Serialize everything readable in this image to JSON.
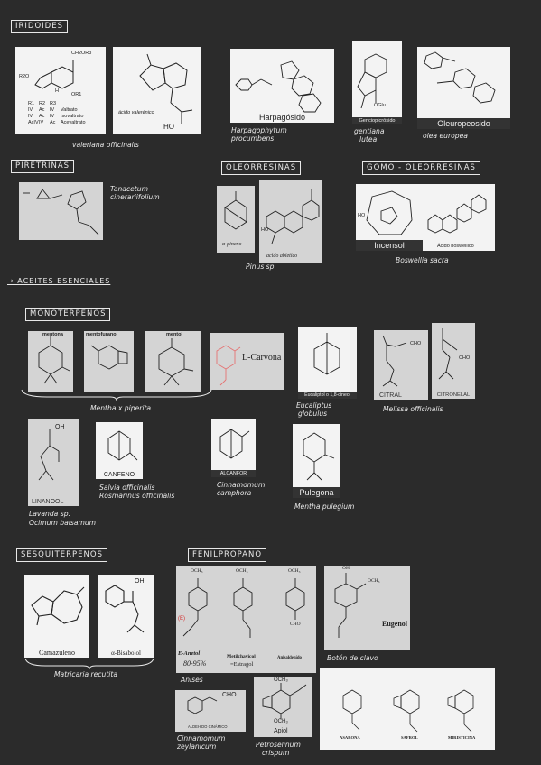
{
  "headers": {
    "iridoides": "IRIDOIDES",
    "piretrinas": "PIRETRINAS",
    "oleorresinas": "OLEORRESINAS",
    "gomo": "GOMO - OLEORRESINAS",
    "aceites": "→ ACEITES ESENCIALES",
    "monoterpenos": "MONOTERPENOS",
    "sesquiterpenos": "SESQUITERPENOS",
    "fenilpropano": "FENILPROPANO"
  },
  "iridoides": {
    "table": {
      "ch2or3": "CH2OR3",
      "r2o": "R2O",
      "h": "H",
      "or1": "OR1",
      "head": [
        "R1",
        "R2",
        "R3"
      ],
      "rows": [
        [
          "IV",
          "Ac",
          "IV",
          "Valtrato"
        ],
        [
          "IV",
          "Ac",
          "IV",
          "Isovaltrato"
        ],
        [
          "AcIV",
          "IV",
          "Ac",
          "Acevaltrato"
        ]
      ]
    },
    "valerenico": "ácido valerénico",
    "ho": "HO",
    "harpagosido": "Harpagósido",
    "genciopicrosido": "Genciopicrósido",
    "oglu": "OGlu",
    "oleuropeosido": "Oleuropeosido",
    "cap_valeriana": "valeriana officinalis",
    "cap_harpago": [
      "Harpagophytum",
      "procumbens"
    ],
    "cap_gentiana": [
      "gentiana",
      "lutea"
    ],
    "cap_olea": "olea europea"
  },
  "piretrinas": {
    "cap": [
      "Tanacetum",
      "cinerariifolium"
    ]
  },
  "oleorresinas": {
    "apineno": "α-pineno",
    "abietico": "acido abietico",
    "cap": "Pinus sp."
  },
  "gomo": {
    "incensol": "Incensol",
    "boswellico": "Ácido boswellico",
    "ho": "HO",
    "cap": "Boswellia sacra"
  },
  "monoterpenos": {
    "mentona": "mentona",
    "mentofurano": "mentofurano",
    "mentol": "mentol",
    "carvona": "L-Carvona",
    "eucaliptol": "Eucaliptol o 1,8-cineol",
    "citral": "CITRAL",
    "citronelal": "CITRONELAL",
    "cho": "CHO",
    "linalool": "LINANOOL",
    "oh": "OH",
    "canfeno": "CANFENO",
    "alcanfor": "ALCANFOR",
    "pulegona": "Pulegona",
    "cap_mentha": "Mentha x piperita",
    "cap_eucalipto": [
      "Eucaliptus",
      "globulus"
    ],
    "cap_melisa": "Melissa officinalis",
    "cap_lavanda": [
      "Lavanda sp.",
      "Ocimum balsamum"
    ],
    "cap_salvia": [
      "Salvia officinalis",
      "Rosmarinus officinalis"
    ],
    "cap_cinnamomum": [
      "Cinnamomum",
      "camphora"
    ],
    "cap_pulegium": "Mentha pulegium"
  },
  "sesquiterpenos": {
    "camazuleno": "Camazuleno",
    "bisabolol": "α-Bisabolol",
    "oh": "OH",
    "cap": "Matricaria recutita"
  },
  "fenilpropano": {
    "och3": "OCH₃",
    "cho": "CHO",
    "oh": "OH",
    "anetol": "E-Anetol",
    "pct": "80-95%",
    "metil": "Metilchavicol",
    "estragol": "=Estragol",
    "anisaldehido": "Anisaldehído",
    "eugenol": "Eugenol",
    "cap_anises": "Anises",
    "cap_clavo": "Botón de clavo",
    "aldehido": "ALDEHIDO CINÁMICO",
    "apiol": "Apiol",
    "asarona": "ASARONA",
    "safrol": "SAFROL",
    "miristicina": "MIRISTICINA",
    "cap_cinn": [
      "Cinnamomum",
      "zeylanicum"
    ],
    "cap_petro": [
      "Petroselinum",
      "crispum"
    ],
    "e_marker": "(E)"
  }
}
